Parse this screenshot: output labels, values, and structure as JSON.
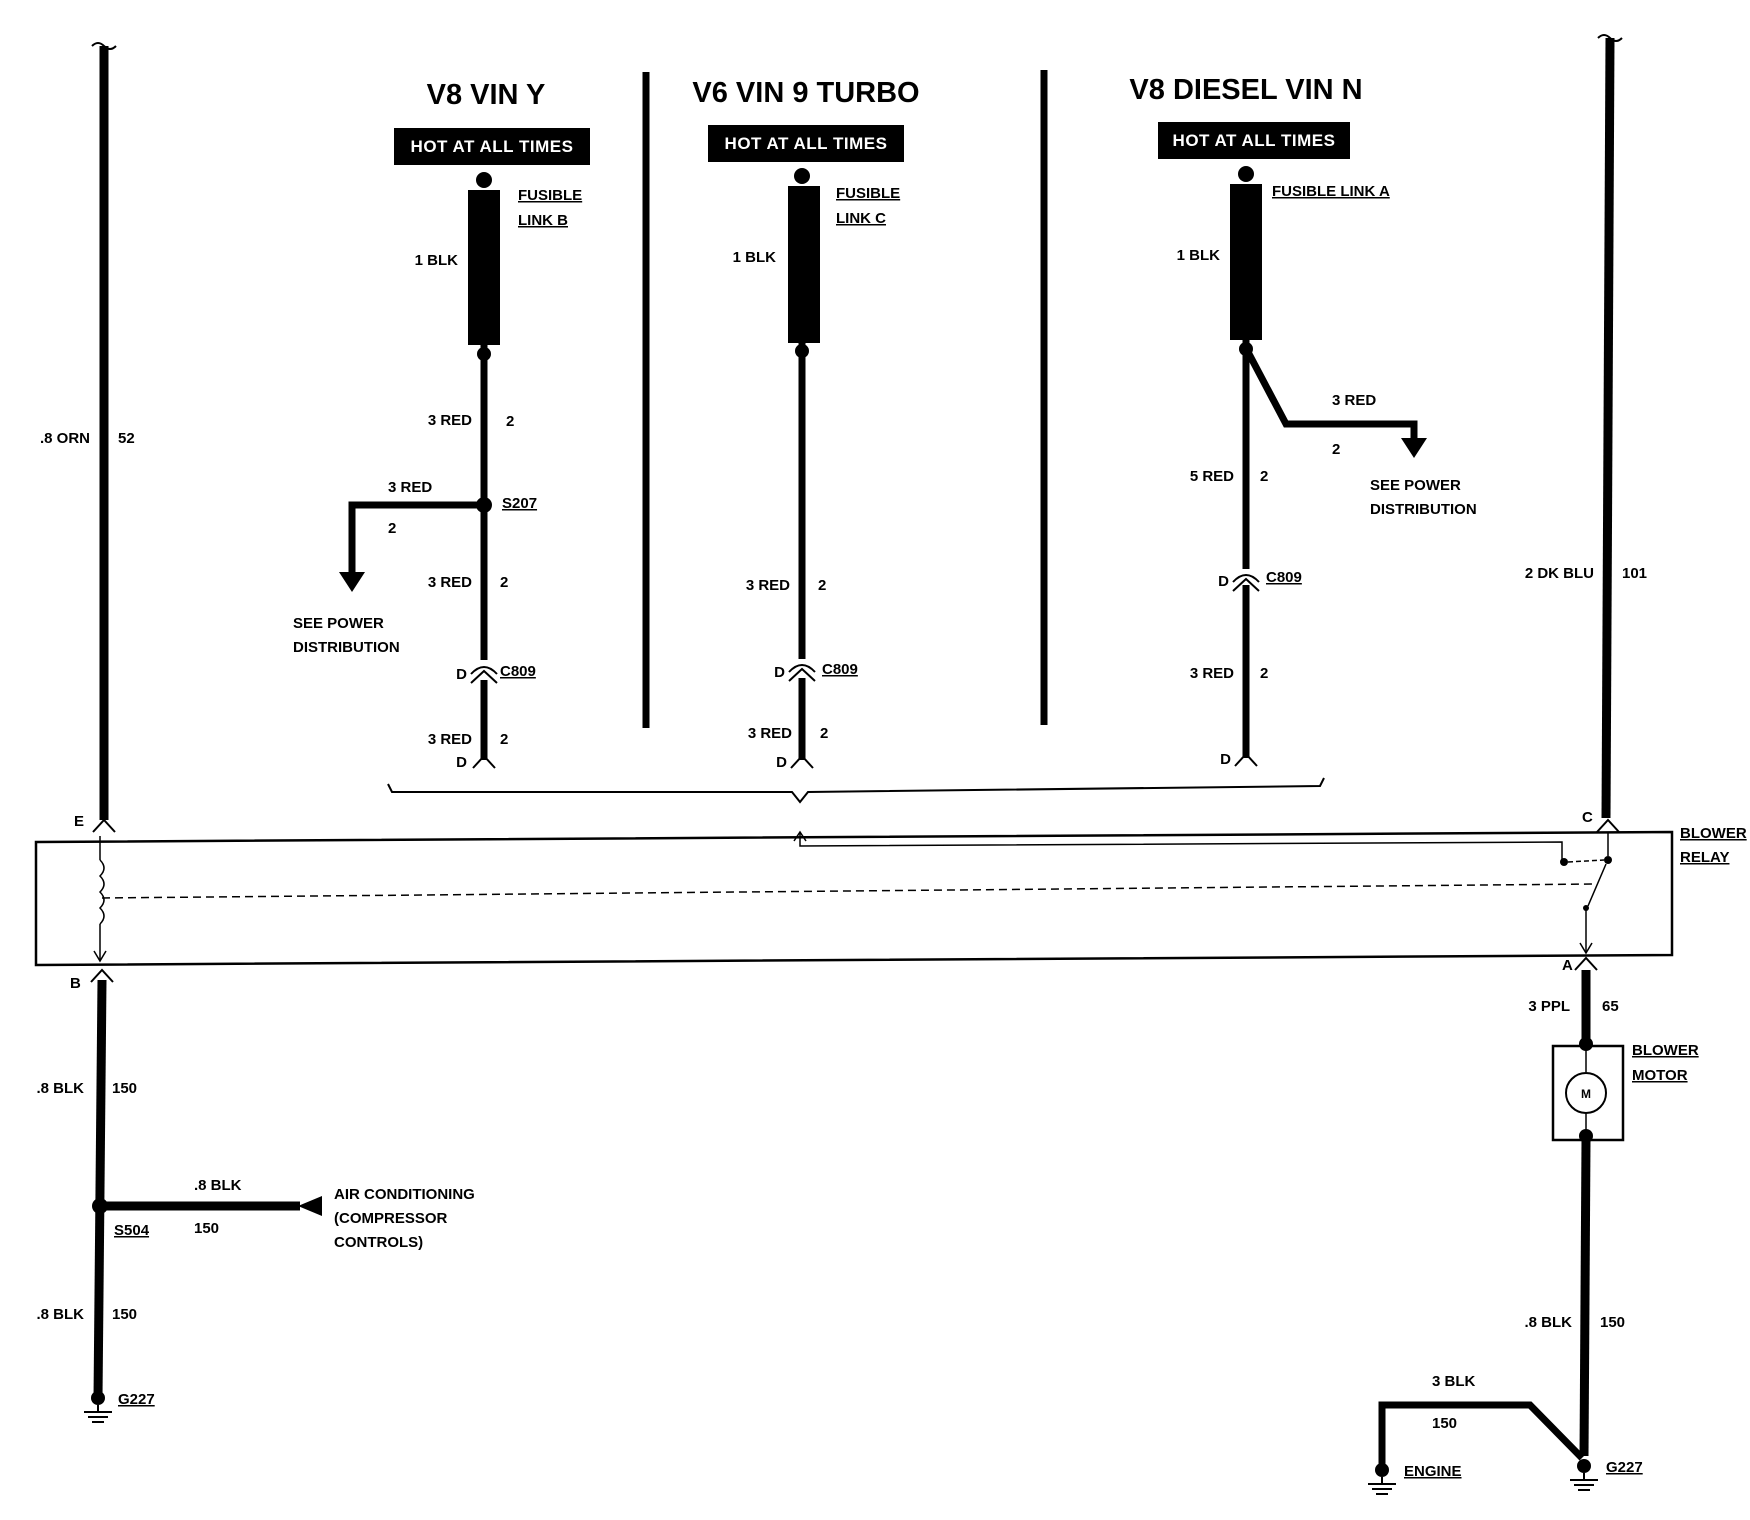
{
  "sections": [
    {
      "title": "V8 VIN Y",
      "badge": "HOT AT ALL TIMES",
      "fusible_link": [
        "FUSIBLE",
        "LINK B"
      ],
      "link_wire": "1 BLK"
    },
    {
      "title": "V6 VIN 9 TURBO",
      "badge": "HOT AT ALL TIMES",
      "fusible_link": [
        "FUSIBLE",
        "LINK C"
      ],
      "link_wire": "1 BLK"
    },
    {
      "title": "V8 DIESEL VIN N",
      "badge": "HOT AT ALL TIMES",
      "fusible_link": [
        "FUSIBLE LINK A"
      ],
      "link_wire": "1 BLK"
    }
  ],
  "v8y": {
    "w1": "3 RED",
    "w1_circ": "2",
    "splice": "S207",
    "branch_wire": "3 RED",
    "branch_circ": "2",
    "see_power": [
      "SEE POWER",
      "DISTRIBUTION"
    ],
    "w2": "3 RED",
    "w2_circ": "2",
    "conn_pin": "D",
    "conn": "C809",
    "w3": "3 RED",
    "w3_circ": "2",
    "end_pin": "D"
  },
  "v6": {
    "w1": "3 RED",
    "w1_circ": "2",
    "conn_pin": "D",
    "conn": "C809",
    "w2": "3 RED",
    "w2_circ": "2",
    "end_pin": "D"
  },
  "v8n": {
    "branch_wire": "3 RED",
    "branch_circ": "2",
    "see_power": [
      "SEE POWER",
      "DISTRIBUTION"
    ],
    "w1": "5 RED",
    "w1_circ": "2",
    "conn_pin": "D",
    "conn": "C809",
    "w2": "3 RED",
    "w2_circ": "2",
    "end_pin": "D"
  },
  "left_wire": {
    "label": ".8 ORN",
    "circuit": "52",
    "pin_top": "E",
    "pin_bottom": "B"
  },
  "right_wire": {
    "label": "2 DK BLU",
    "circuit": "101",
    "pin": "C"
  },
  "relay": {
    "label": [
      "BLOWER",
      "RELAY"
    ],
    "pin_out": "A"
  },
  "motor_wire": {
    "label": "3 PPL",
    "circuit": "65"
  },
  "motor": {
    "label": [
      "BLOWER",
      "MOTOR"
    ],
    "symbol": "M"
  },
  "left_lower": {
    "w1": ".8 BLK",
    "w1_circ": "150",
    "branch_wire": ".8 BLK",
    "branch_circ": "150",
    "splice": "S504",
    "ac": [
      "AIR CONDITIONING",
      "(COMPRESSOR",
      "CONTROLS)"
    ],
    "w2": ".8 BLK",
    "w2_circ": "150",
    "ground": "G227"
  },
  "right_lower": {
    "w1": ".8 BLK",
    "w1_circ": "150",
    "branch_wire": "3 BLK",
    "branch_circ": "150",
    "engine": "ENGINE",
    "ground": "G227"
  }
}
